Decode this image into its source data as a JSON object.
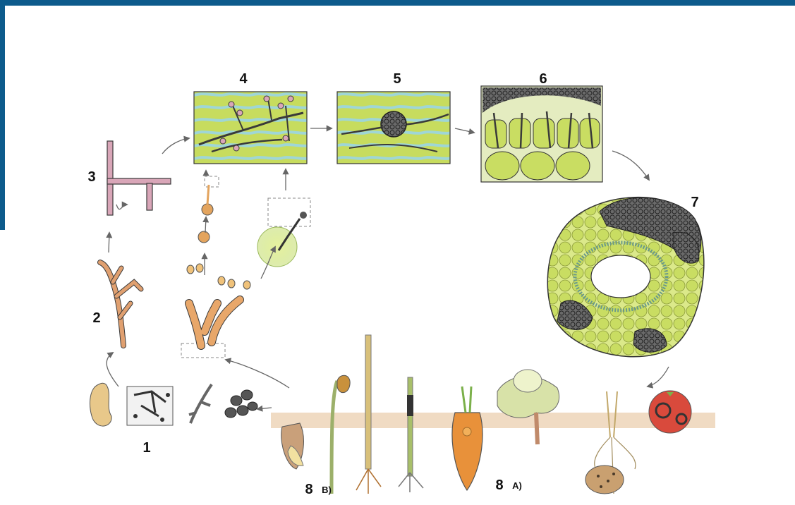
{
  "stage_labels": {
    "s1": "1",
    "s2": "2",
    "s3": "3",
    "s4": "4",
    "s5": "5",
    "s6": "6",
    "s7": "7",
    "s8a_num": "8",
    "s8a_sub": "A)",
    "s8b_num": "8",
    "s8b_sub": "B)"
  },
  "colors": {
    "frame": "#0d5b8c",
    "tissue_bg": "#c7dc5e",
    "tissue_stripe": "#9fd6d6",
    "hypha_dark": "#3a3a3a",
    "hypha_pink": "#d9a6b8",
    "spore_orange": "#e3a45e",
    "carrot": "#e8913a",
    "soil": "#e9c7a2",
    "tomato": "#d94a3c",
    "sclerotium": "#555555",
    "cell_green": "#c9dd62"
  }
}
